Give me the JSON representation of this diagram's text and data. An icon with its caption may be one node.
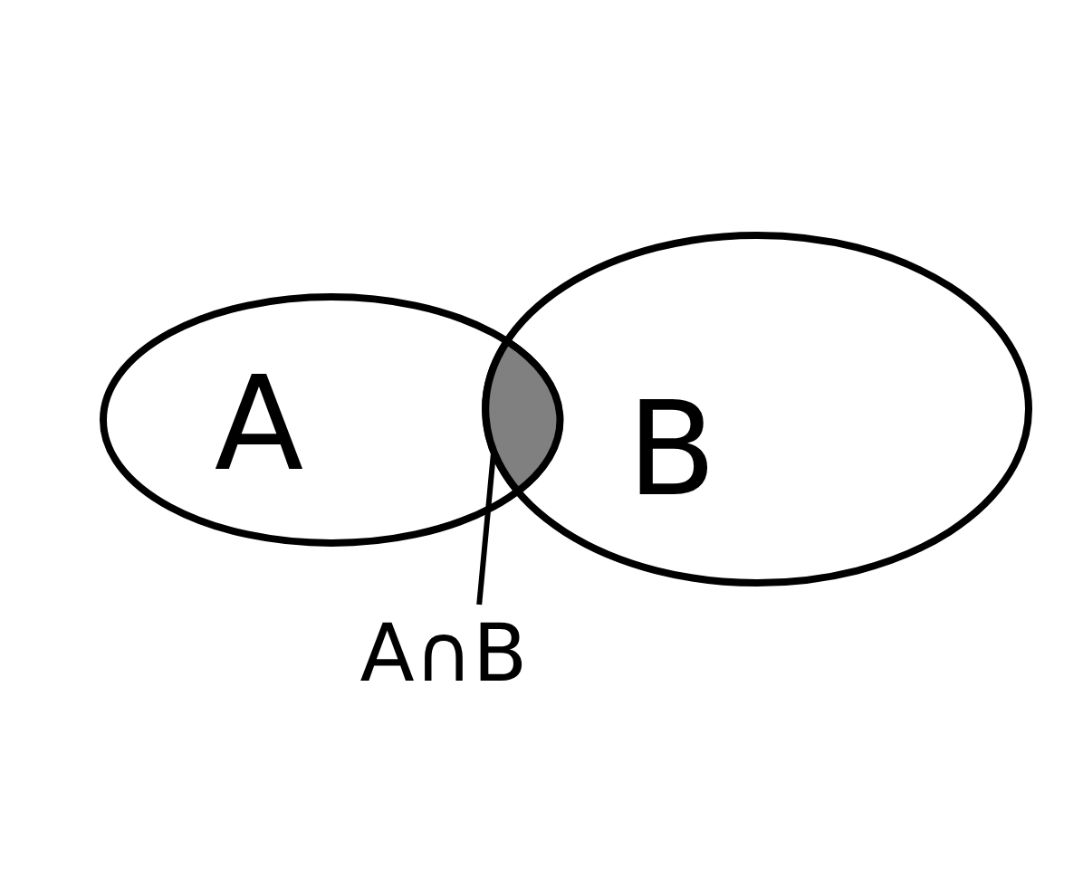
{
  "diagram": {
    "nodes": [
      {
        "text": [
          "A"
        ]
      },
      {
        "text": [
          "B"
        ]
      },
      {
        "text": [
          "A∩B"
        ]
      },
      {
        "text": [],
        "shape": "lens"
      }
    ],
    "edges": [
      {
        "from": 2,
        "to": 3,
        "arrow": "none"
      }
    ]
  }
}
